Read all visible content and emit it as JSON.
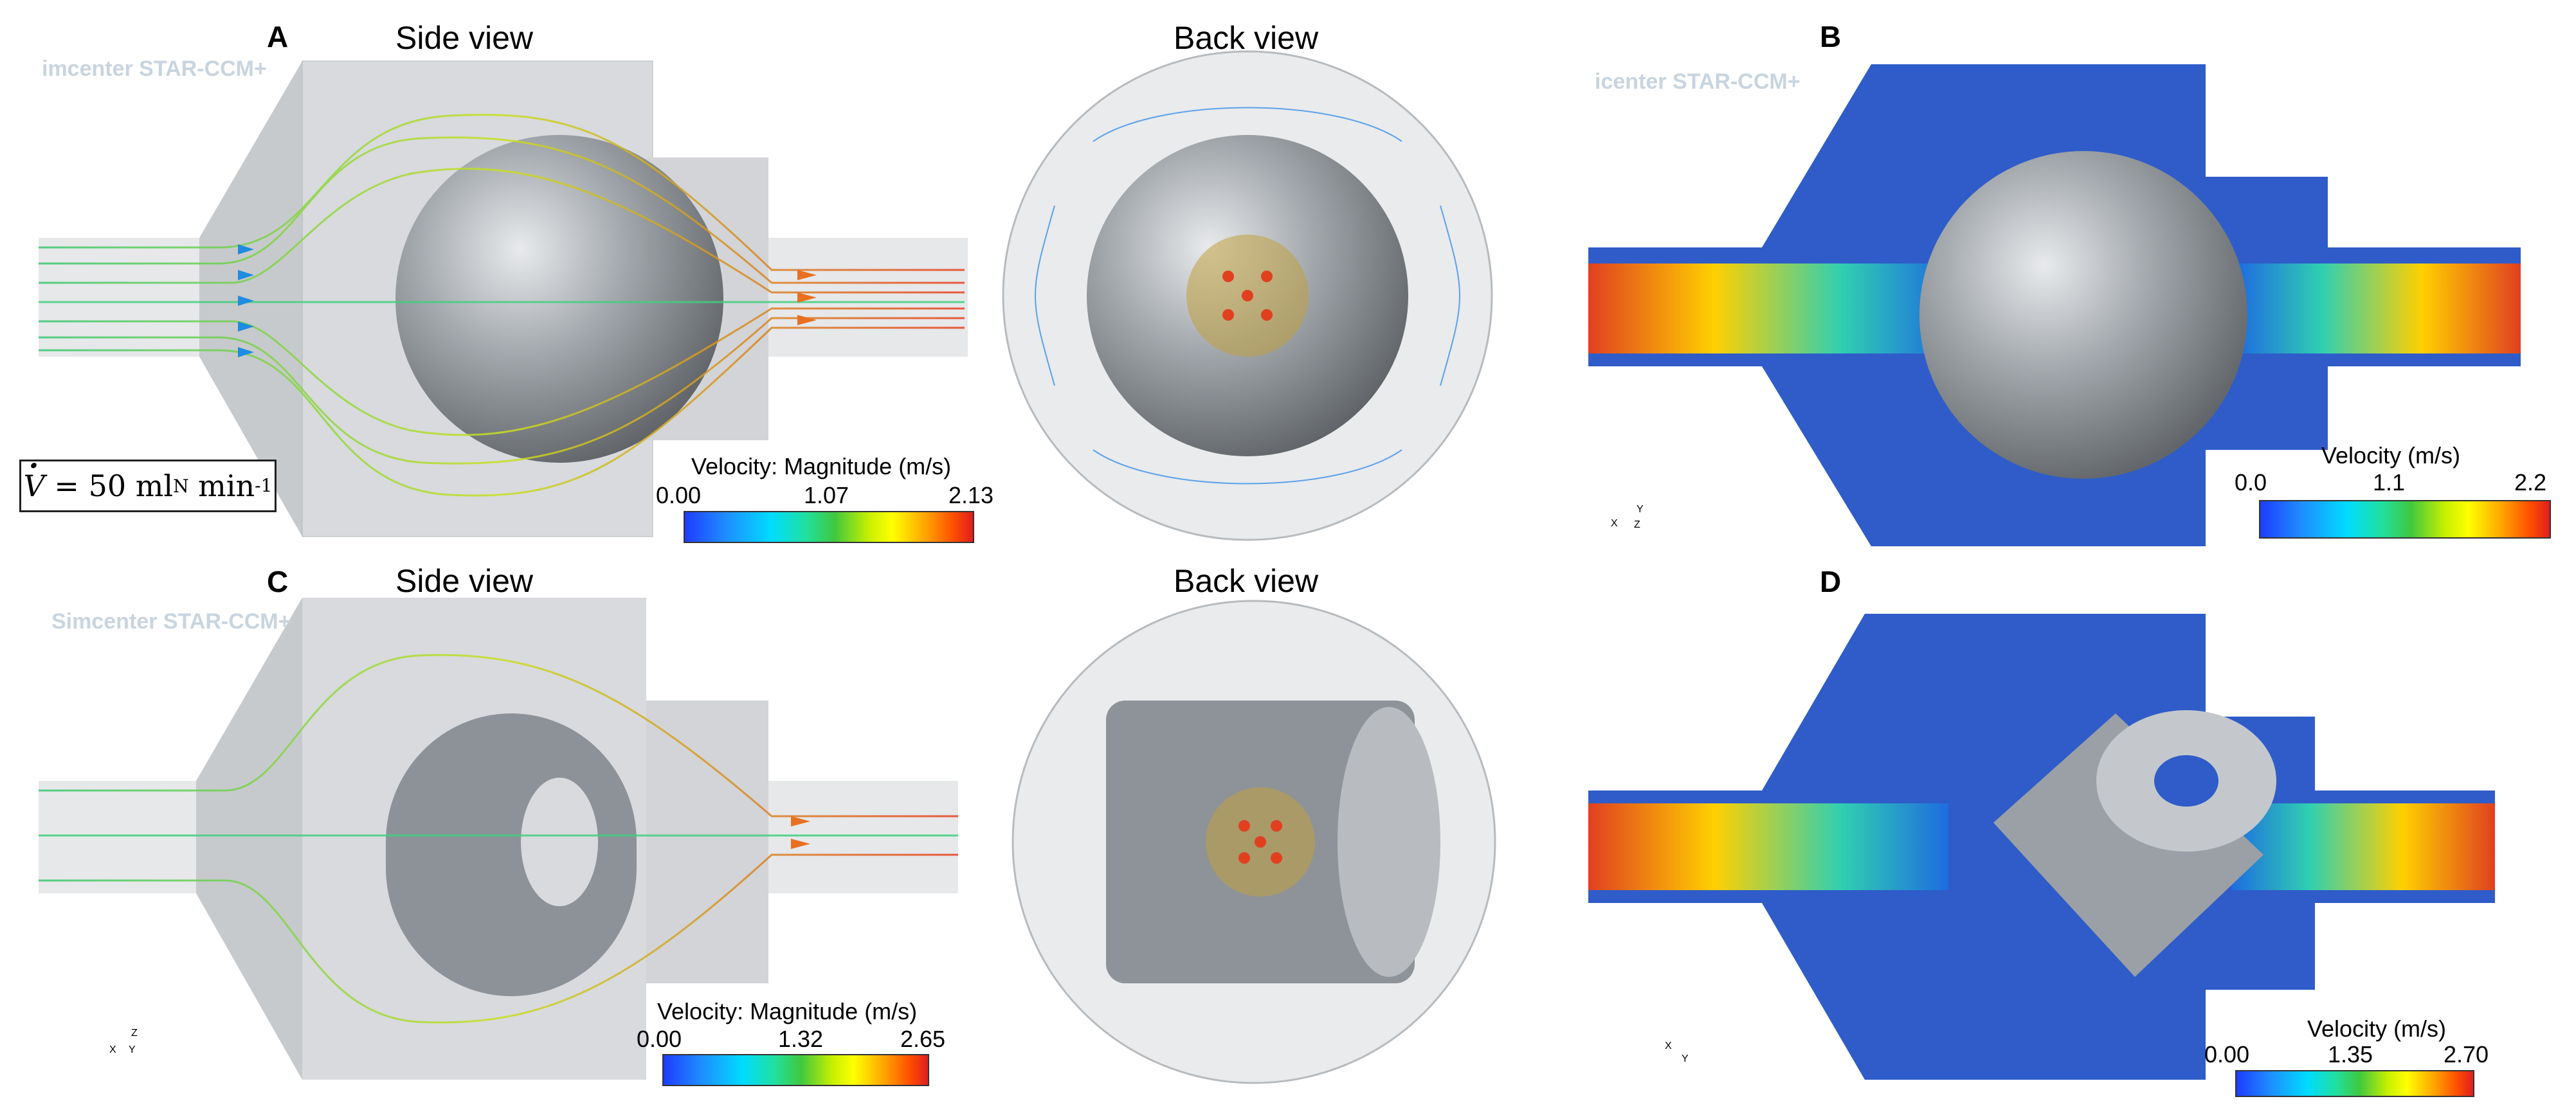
{
  "figure": {
    "panels": {
      "A": {
        "letter": "A",
        "view_left": "Side view",
        "view_right": "Back view",
        "watermark": "imcenter STAR-CCM+"
      },
      "B": {
        "letter": "B",
        "watermark": "icenter STAR-CCM+"
      },
      "C": {
        "letter": "C",
        "view_left": "Side view",
        "view_right": "Back view",
        "watermark": "Simcenter STAR-CCM+"
      },
      "D": {
        "letter": "D"
      }
    },
    "flow_rate": {
      "symbol": "V",
      "equals": " = 50 ml",
      "subscript": "N",
      "unit": " min",
      "exponent": "-1"
    },
    "colorbars": {
      "A": {
        "title": "Velocity: Magnitude (m/s)",
        "ticks": [
          "0.00",
          "1.07",
          "2.13"
        ]
      },
      "B": {
        "title": "Velocity (m/s)",
        "ticks": [
          "0.0",
          "1.1",
          "2.2"
        ]
      },
      "C": {
        "title": "Velocity: Magnitude (m/s)",
        "ticks": [
          "0.00",
          "1.32",
          "2.65"
        ]
      },
      "D": {
        "title": "Velocity (m/s)",
        "ticks": [
          "0.00",
          "1.35",
          "2.70"
        ]
      }
    },
    "axes_triads": {
      "B": {
        "x": "X",
        "y": "Y",
        "z": "Z"
      },
      "C": {
        "x": "X",
        "y": "Y",
        "z": "Z"
      },
      "D": {
        "x": "X",
        "y": "Y"
      }
    },
    "colors": {
      "housing": "#c9ccd0",
      "sphere": "#9aa0a6",
      "slow": "#2a3fbf",
      "fast": "#e02020",
      "watermark": "#c8d5e0"
    }
  }
}
